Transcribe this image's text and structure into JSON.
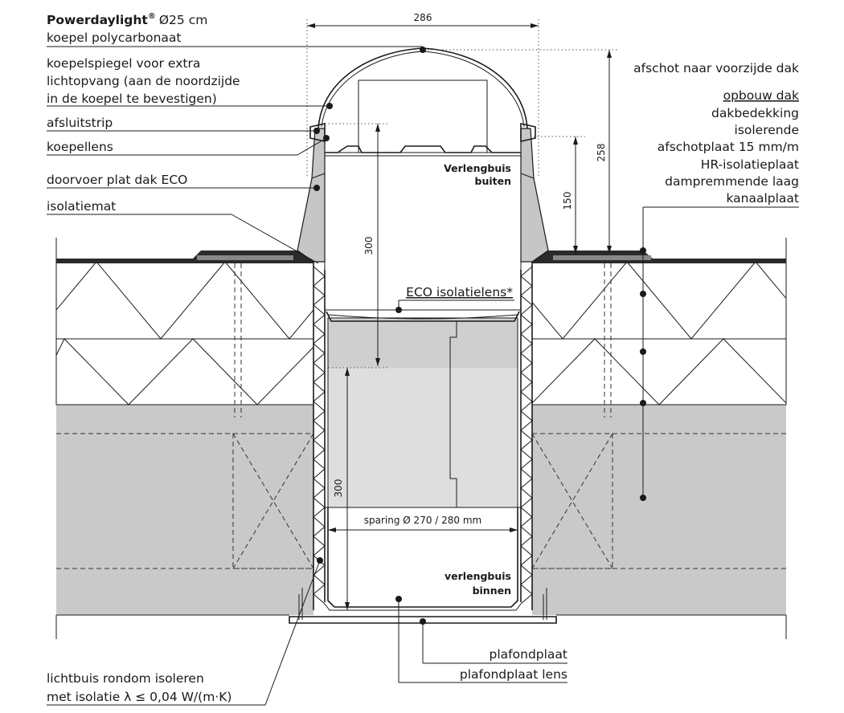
{
  "title": {
    "brand": "Powerdaylight",
    "reg": "®",
    "size": "Ø25 cm"
  },
  "labels_left": {
    "koepel": "koepel polycarbonaat",
    "spiegel_1": "koepelspiegel voor extra",
    "spiegel_2": "lichtopvang (aan de noordzijde",
    "spiegel_3": "in de koepel te bevestigen)",
    "afsluitstrip": "afsluitstrip",
    "koepellens": "koepellens",
    "doorvoer": "doorvoer plat dak ECO",
    "isolatiemat": "isolatiemat",
    "lichtbuis_1": "lichtbuis rondom isoleren",
    "lichtbuis_2": "met isolatie λ ≤ 0,04 W/(m·K)"
  },
  "labels_right": {
    "afschot": "afschot naar voorzijde dak",
    "opbouw": "opbouw dak",
    "dakbedekking": "dakbedekking",
    "isolerende": "isolerende",
    "afschotplaat": "afschotplaat 15 mm/m",
    "hr": "HR-isolatieplaat",
    "damp": "dampremmende laag",
    "kanaal": "kanaalplaat",
    "plafondplaat": "plafondplaat",
    "plafondplaat_lens": "plafondplaat lens"
  },
  "labels_center": {
    "verleng_buiten_1": "Verlengbuis",
    "verleng_buiten_2": "buiten",
    "eco_lens": "ECO isolatielens*",
    "sparing": "sparing Ø 270 / 280 mm",
    "verleng_binnen_1": "verlengbuis",
    "verleng_binnen_2": "binnen"
  },
  "dimensions": {
    "width_top": "286",
    "height_258": "258",
    "height_150": "150",
    "len_300_upper": "300",
    "len_300_lower": "300"
  }
}
